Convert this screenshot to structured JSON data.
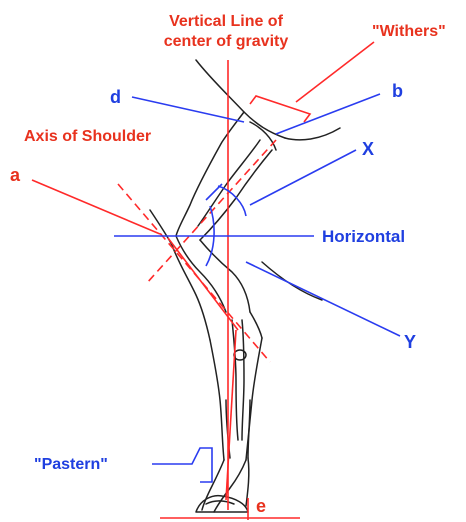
{
  "labels": {
    "vertical_line_1": "Vertical Line of",
    "vertical_line_2": "center of gravity",
    "withers": "\"Withers\"",
    "d": "d",
    "b": "b",
    "axis_of_shoulder": "Axis of Shoulder",
    "x": "X",
    "a": "a",
    "horizontal": "Horizontal",
    "y": "Y",
    "pastern": "\"Pastern\"",
    "e": "e"
  },
  "colors": {
    "red_label": "#e8321e",
    "blue_label": "#1f3fe0",
    "red_line": "#ff2a2a",
    "blue_line": "#2a3cf0",
    "sketch": "#222222"
  }
}
